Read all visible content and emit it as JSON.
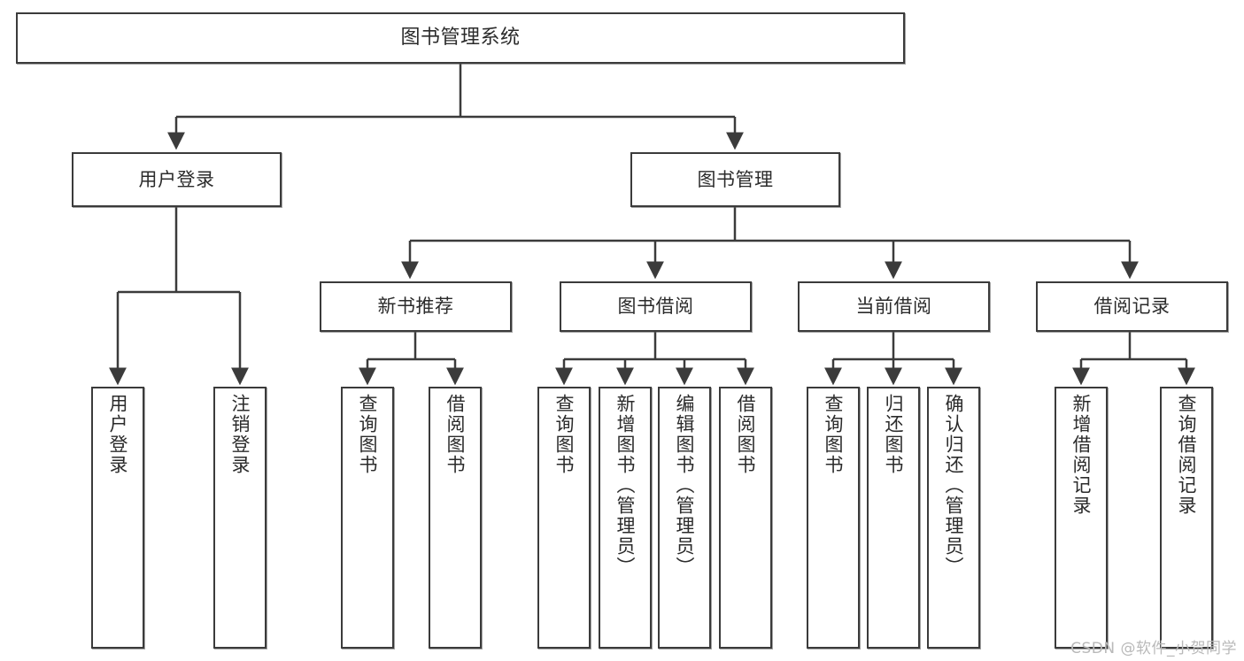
{
  "diagram": {
    "title": "图书管理系统",
    "type": "tree",
    "orientation": "top-down",
    "line_color": "#3b3b3b",
    "box_fill": "#ffffff",
    "text_color": "#2b2b2b",
    "watermark": "CSDN @软件_小贺同学"
  },
  "root": {
    "label": "图书管理系统"
  },
  "level2": [
    {
      "label": "用户登录"
    },
    {
      "label": "图书管理"
    }
  ],
  "level3": [
    {
      "label": "新书推荐"
    },
    {
      "label": "图书借阅"
    },
    {
      "label": "当前借阅"
    },
    {
      "label": "借阅记录"
    }
  ],
  "leaves": {
    "user_login": [
      {
        "label": "用户登录"
      },
      {
        "label": "注销登录"
      }
    ],
    "new_book_recommend": [
      {
        "label": "查询图书"
      },
      {
        "label": "借阅图书"
      }
    ],
    "book_borrow": [
      {
        "label": "查询图书"
      },
      {
        "label": "新增图书（管理员）"
      },
      {
        "label": "编辑图书（管理员）"
      },
      {
        "label": "借阅图书"
      }
    ],
    "current_borrow": [
      {
        "label": "查询图书"
      },
      {
        "label": "归还图书"
      },
      {
        "label": "确认归还（管理员）"
      }
    ],
    "borrow_record": [
      {
        "label": "新增借阅记录"
      },
      {
        "label": "查询借阅记录"
      }
    ]
  }
}
